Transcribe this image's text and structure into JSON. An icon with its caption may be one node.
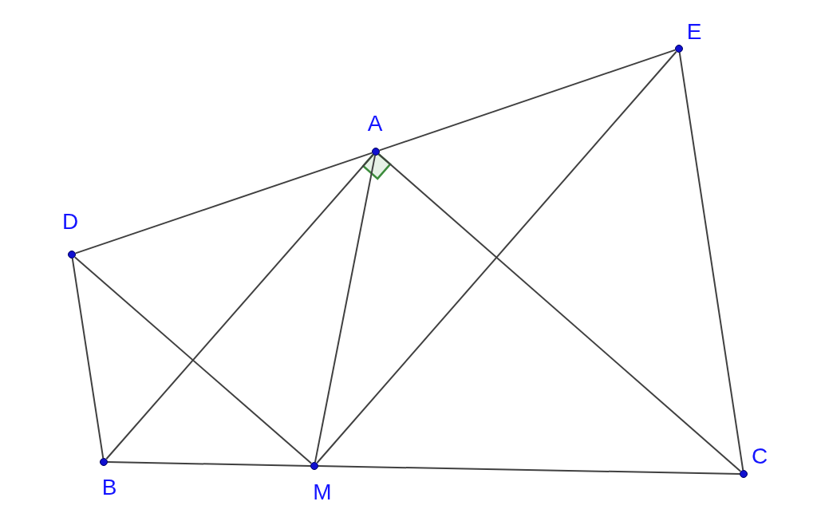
{
  "diagram": {
    "nodes": [
      {
        "text": [],
        "shape": "circle",
        "beside": [
          "E"
        ]
      },
      {
        "text": [],
        "shape": "circle",
        "beside": [
          "A"
        ]
      },
      {
        "text": [],
        "shape": "circle",
        "beside": [
          "D"
        ]
      },
      {
        "text": [],
        "shape": "circle",
        "beside": [
          "B"
        ]
      },
      {
        "text": [],
        "shape": "circle",
        "beside": [
          "M"
        ]
      },
      {
        "text": [],
        "shape": "circle",
        "beside": [
          "C"
        ]
      }
    ],
    "edges": [
      {
        "from": 2,
        "to": 1,
        "arrow": "none"
      },
      {
        "from": 1,
        "to": 0,
        "arrow": "none"
      },
      {
        "from": 2,
        "to": 3,
        "arrow": "none"
      },
      {
        "from": 2,
        "to": 4,
        "arrow": "none"
      },
      {
        "from": 3,
        "to": 1,
        "arrow": "none"
      },
      {
        "from": 3,
        "to": 4,
        "arrow": "none"
      },
      {
        "from": 4,
        "to": 5,
        "arrow": "none"
      },
      {
        "from": 4,
        "to": 1,
        "arrow": "none"
      },
      {
        "from": 1,
        "to": 5,
        "arrow": "none"
      },
      {
        "from": 4,
        "to": 0,
        "arrow": "none"
      },
      {
        "from": 0,
        "to": 5,
        "arrow": "none"
      }
    ]
  }
}
